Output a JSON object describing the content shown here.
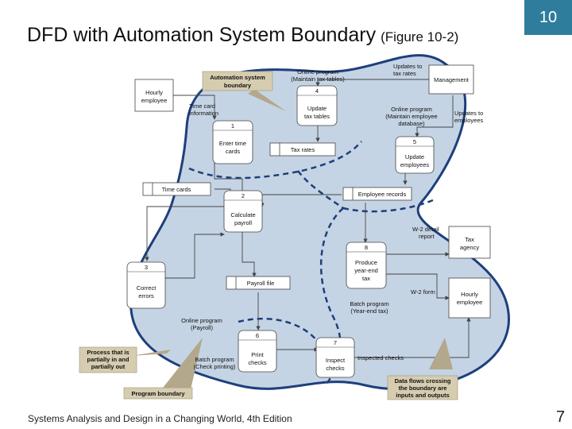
{
  "slide": {
    "title": "DFD with Automation System Boundary",
    "figure_ref": "(Figure 10-2)",
    "chapter": "10",
    "footer": "Systems Analysis and Design in a Changing World, 4th Edition",
    "page": "7"
  },
  "diagram": {
    "callouts": {
      "automation_boundary": [
        "Automation system",
        "boundary"
      ],
      "partial_process": [
        "Process that is",
        "partially in and",
        "partially out"
      ],
      "program_boundary": "Program boundary",
      "crossing_flows": [
        "Data flows crossing",
        "the boundary are",
        "inputs and outputs"
      ]
    },
    "entities": {
      "hourly_employee_top": [
        "Hourly",
        "employee"
      ],
      "management": "Management",
      "tax_agency": [
        "Tax",
        "agency"
      ],
      "hourly_employee_right": [
        "Hourly",
        "employee"
      ]
    },
    "processes": {
      "p1": {
        "num": "1",
        "label": [
          "Enter time",
          "cards"
        ]
      },
      "p2": {
        "num": "2",
        "label": [
          "Calculate",
          "payroll"
        ]
      },
      "p3": {
        "num": "3",
        "label": [
          "Correct",
          "errors"
        ]
      },
      "p4": {
        "num": "4",
        "label": [
          "Update",
          "tax tables"
        ]
      },
      "p5": {
        "num": "5",
        "label": [
          "Update",
          "employees"
        ]
      },
      "p6": {
        "num": "6",
        "label": [
          "Print",
          "checks"
        ]
      },
      "p7": {
        "num": "7",
        "label": [
          "Inspect",
          "checks"
        ]
      },
      "p8": {
        "num": "8",
        "label": [
          "Produce",
          "year-end",
          "tax"
        ]
      }
    },
    "stores": {
      "tax_rates": "Tax rates",
      "time_cards": "Time cards",
      "employee_records": "Employee records",
      "payroll_file": "Payroll file"
    },
    "flow_labels": {
      "time_card_info": [
        "Time card",
        "information"
      ],
      "updates_tax_rates": [
        "Updates to",
        "tax rates"
      ],
      "updates_employees": [
        "Updates to",
        "employees"
      ],
      "w2_detail": [
        "W-2 detail",
        "report"
      ],
      "w2_form": "W-2 form",
      "inspected_checks": "Inspected checks"
    },
    "program_labels": {
      "online_tax": [
        "Online program",
        "(Maintain tax tables)"
      ],
      "online_employee": [
        "Online program",
        "(Maintain employee",
        "database)"
      ],
      "online_payroll": [
        "Online program",
        "(Payroll)"
      ],
      "batch_check": [
        "Batch program",
        "(Check printing)"
      ],
      "batch_yearend": [
        "Batch program",
        "(Year-end tax)"
      ]
    }
  }
}
